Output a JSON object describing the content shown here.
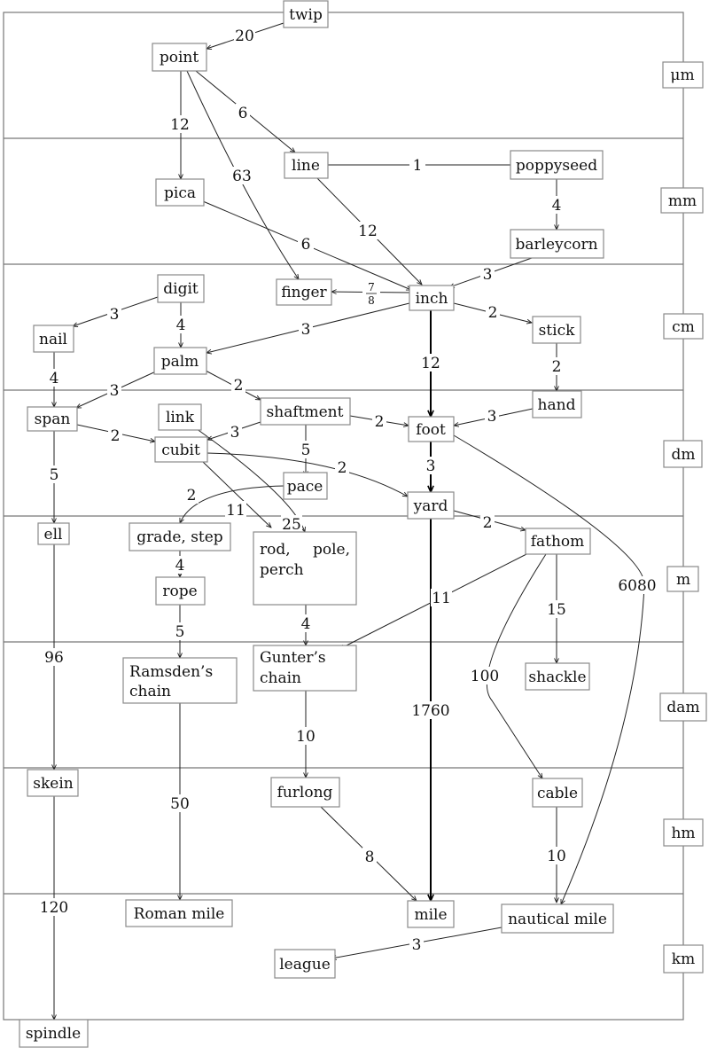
{
  "units": {
    "twip": "twip",
    "point": "point",
    "pica": "pica",
    "line": "line",
    "poppyseed": "poppyseed",
    "barleycorn": "barleycorn",
    "digit": "digit",
    "finger": "finger",
    "inch": "inch",
    "nail": "nail",
    "stick": "stick",
    "palm": "palm",
    "span": "span",
    "link": "link",
    "shaftment": "shaftment",
    "hand": "hand",
    "foot": "foot",
    "cubit": "cubit",
    "pace": "pace",
    "yard": "yard",
    "ell": "ell",
    "grade_step": "grade, step",
    "rod_1": "rod,",
    "rod_2": "pole,",
    "rod_3": "perch",
    "fathom": "fathom",
    "rope": "rope",
    "ramsden_1": "Ramsden’s",
    "ramsden_2": "chain",
    "gunter_1": "Gunter’s",
    "gunter_2": "chain",
    "shackle": "shackle",
    "skein": "skein",
    "furlong": "furlong",
    "cable": "cable",
    "roman_mile": "Roman mile",
    "mile": "mile",
    "nautical_mile": "nautical mile",
    "league": "league",
    "spindle": "spindle"
  },
  "scales": {
    "um": "μm",
    "mm": "mm",
    "cm": "cm",
    "dm": "dm",
    "m": "m",
    "dam": "dam",
    "hm": "hm",
    "km": "km"
  },
  "factors": {
    "twip_point": "20",
    "point_pica": "12",
    "point_line": "6",
    "point_finger": "63",
    "line_poppyseed": "1",
    "line_inch": "12",
    "pica_inch": "6",
    "poppyseed_barleycorn": "4",
    "barleycorn_inch": "3",
    "inch_finger_num": "7",
    "inch_finger_den": "8",
    "inch_stick": "2",
    "inch_palm": "3",
    "inch_foot": "12",
    "digit_nail": "3",
    "digit_palm": "4",
    "nail_span": "4",
    "stick_hand": "2",
    "palm_span": "3",
    "palm_shaftment": "2",
    "hand_foot": "3",
    "shaftment_foot": "2",
    "shaftment_cubit": "3",
    "shaftment_pace": "5",
    "span_cubit": "2",
    "span_ell": "5",
    "cubit_yard": "2",
    "cubit_rod": "11",
    "link_rod": "25",
    "pace_grade": "2",
    "foot_yard": "3",
    "foot_nautical": "6080",
    "yard_fathom": "2",
    "yard_mile": "1760",
    "yard_gunter": "11",
    "grade_rope": "4",
    "rope_ramsden": "5",
    "rod_gunter": "4",
    "fathom_shackle": "15",
    "fathom_cable": "100",
    "ell_skein": "96",
    "ramsden_roman": "50",
    "gunter_furlong": "10",
    "furlong_mile": "8",
    "cable_nautical": "10",
    "skein_spindle": "120",
    "nautical_league": "3"
  }
}
